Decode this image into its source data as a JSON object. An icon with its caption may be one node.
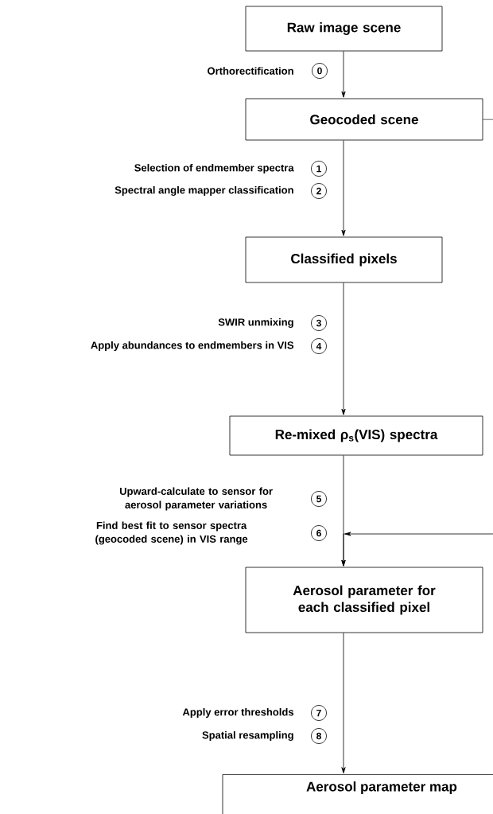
{
  "diagram": {
    "nodes": [
      {
        "text": [
          "Raw image scene"
        ]
      },
      {
        "text": [
          "Geocoded scene"
        ]
      },
      {
        "text": [
          "Classified pixels"
        ]
      },
      {
        "text": [
          "Re-mixed ρ$_{s}$(VIS) spectra"
        ]
      },
      {
        "text": [
          "Aerosol parameter for each classified pixel"
        ]
      },
      {
        "text": [
          "Aerosol parameter map"
        ]
      }
    ],
    "edges": [
      {
        "from": 0,
        "to": 1,
        "arrow": "to"
      },
      {
        "from": 1,
        "to": 2,
        "arrow": "to"
      },
      {
        "from": 2,
        "to": 3,
        "arrow": "to"
      },
      {
        "from": 3,
        "to": 4,
        "arrow": "to"
      },
      {
        "from": 4,
        "to": 5,
        "arrow": "to"
      },
      {
        "from": 1,
        "to": 4,
        "arrow": "to"
      }
    ],
    "labels": [
      "Orthorectification",
      "0",
      "Selection of endmember spectra",
      "1",
      "Spectral angle mapper classification",
      "2",
      "SWIR unmixing",
      "3",
      "Apply abundances to endmembers in VIS",
      "4",
      "Upward-calculate to sensor for aerosol parameter variations",
      "5",
      "Find best fit to sensor spectra (geocoded scene) in VIS range",
      "6",
      "Apply error thresholds",
      "7",
      "Spatial resampling",
      "8"
    ]
  }
}
